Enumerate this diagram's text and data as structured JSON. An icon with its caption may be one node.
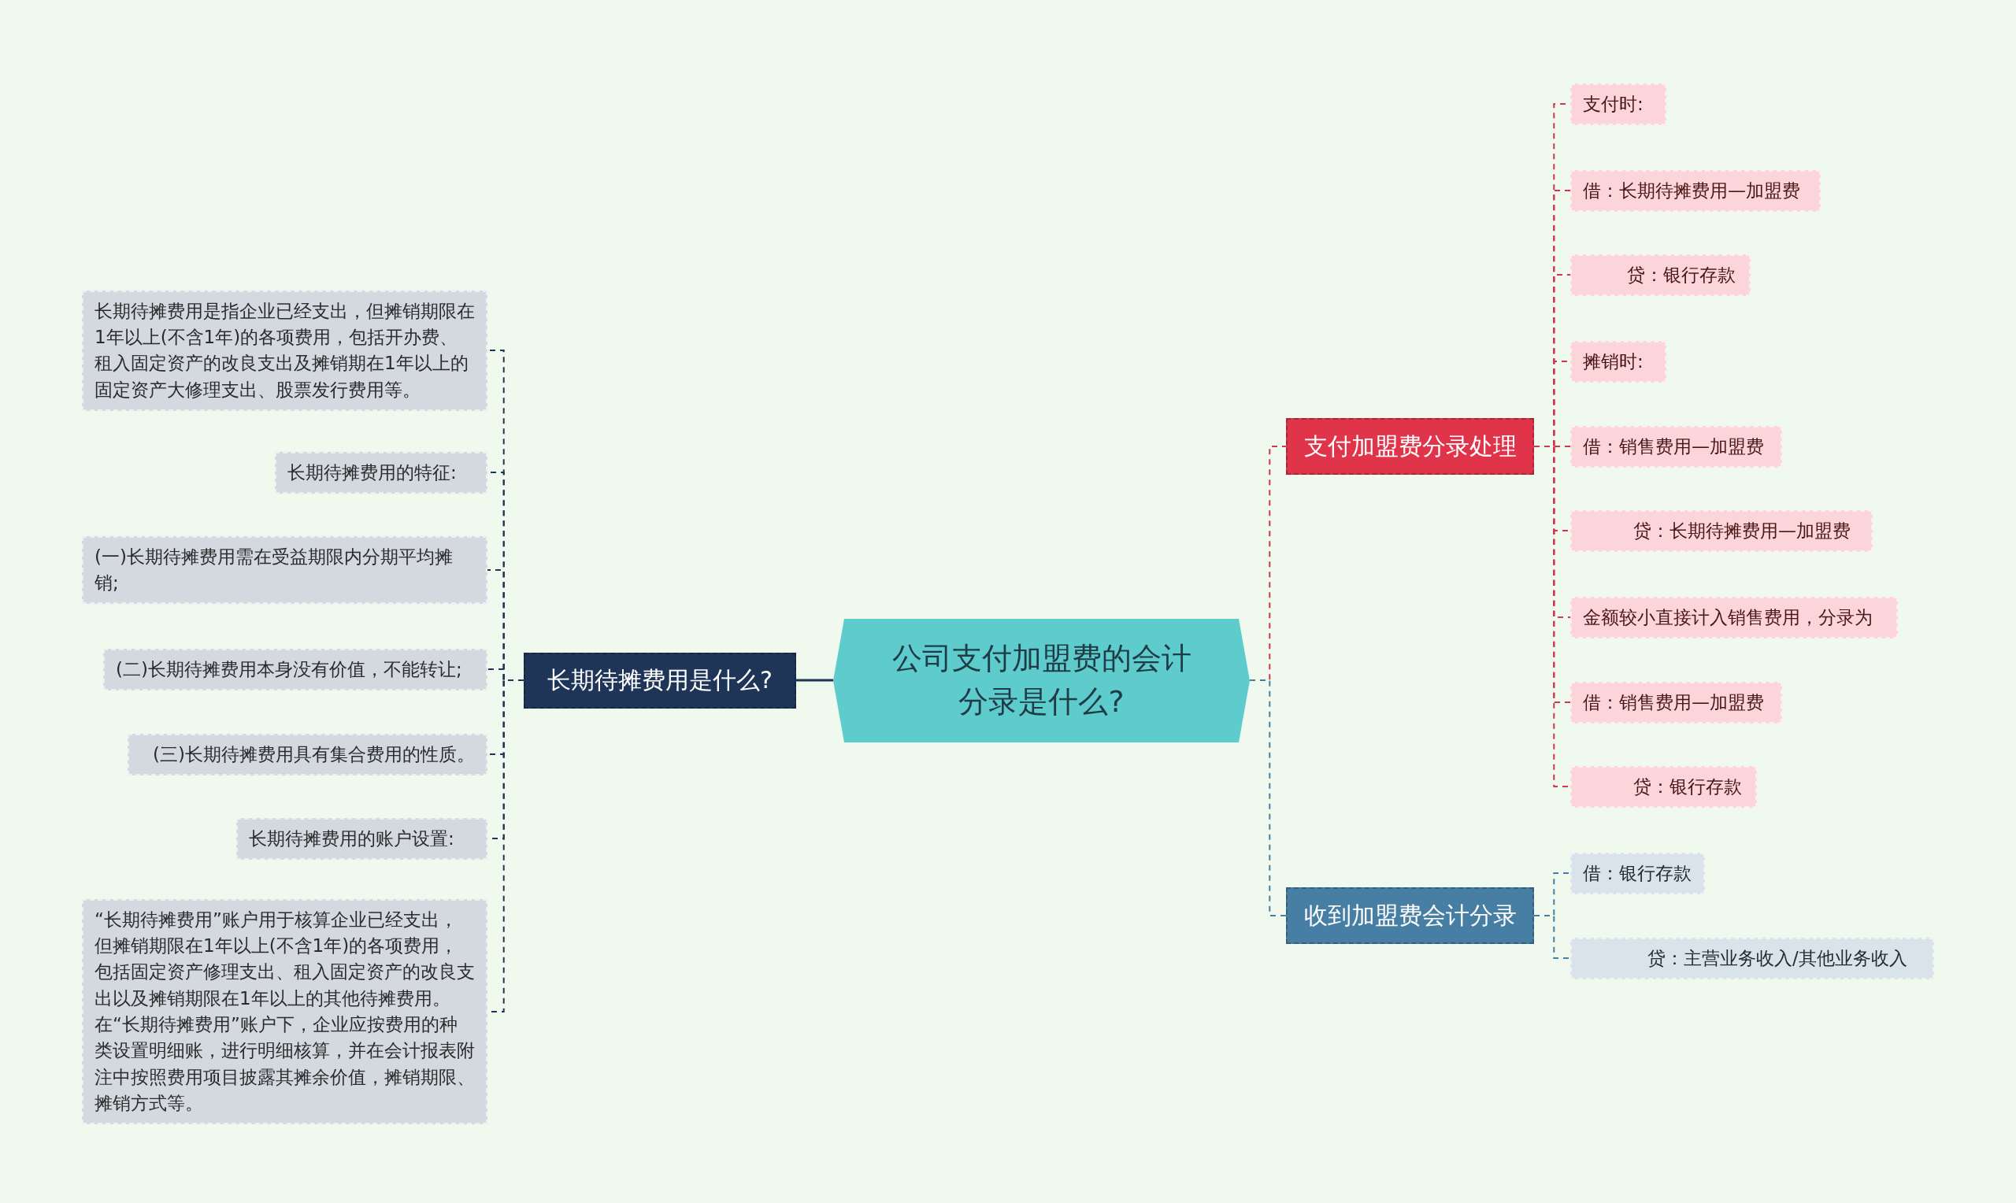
{
  "diagram": {
    "nodes": [
      {
        "text": [
          "公司支付加盟费的会计分录是什么?"
        ]
      },
      {
        "text": [
          "长期待摊费用是什么?"
        ]
      },
      {
        "text": [
          "长期待摊费用是指企业已经支出，但摊销期限在1年以上(不含1年)的各项费用，包括开办费、租入固定资产的改良支出及摊销期在1年以上的固定资产大修理支出、股票发行费用等。"
        ]
      },
      {
        "text": [
          "长期待摊费用的特征:"
        ]
      },
      {
        "text": [
          "(一)长期待摊费用需在受益期限内分期平均摊销;"
        ]
      },
      {
        "text": [
          "(二)长期待摊费用本身没有价值，不能转让;"
        ]
      },
      {
        "text": [
          "(三)长期待摊费用具有集合费用的性质。"
        ]
      },
      {
        "text": [
          "长期待摊费用的账户设置:"
        ]
      },
      {
        "text": [
          "“长期待摊费用”账户用于核算企业已经支出，但摊销期限在1年以上(不含1年)的各项费用，包括固定资产修理支出、租入固定资产的改良支出以及摊销期限在1年以上的其他待摊费用。在“长期待摊费用”账户下，企业应按费用的种类设置明细账，进行明细核算，并在会计报表附注中按照费用项目披露其摊余价值，摊销期限、摊销方式等。"
        ]
      },
      {
        "text": [
          "支付加盟费分录处理"
        ]
      },
      {
        "text": [
          "支付时:"
        ]
      },
      {
        "text": [
          "借：长期待摊费用—加盟费"
        ]
      },
      {
        "text": [
          "贷：银行存款"
        ]
      },
      {
        "text": [
          "摊销时:"
        ]
      },
      {
        "text": [
          "借：销售费用—加盟费"
        ]
      },
      {
        "text": [
          "贷：长期待摊费用—加盟费"
        ]
      },
      {
        "text": [
          "金额较小直接计入销售费用，分录为"
        ]
      },
      {
        "text": [
          "借：销售费用—加盟费"
        ]
      },
      {
        "text": [
          "贷：银行存款"
        ]
      },
      {
        "text": [
          "收到加盟费会计分录"
        ]
      },
      {
        "text": [
          "借：银行存款"
        ]
      },
      {
        "text": [
          "贷：主营业务收入/其他业务收入"
        ]
      }
    ],
    "edges": [
      {
        "from": 0,
        "to": 1,
        "arrow": "none",
        "color": "#1e3558"
      },
      {
        "from": 1,
        "to": 2,
        "arrow": "none",
        "style": "dashed",
        "color": "#1e3558"
      },
      {
        "from": 1,
        "to": 3,
        "arrow": "none",
        "style": "dashed",
        "color": "#1e3558"
      },
      {
        "from": 1,
        "to": 4,
        "arrow": "none",
        "style": "dashed",
        "color": "#1e3558"
      },
      {
        "from": 1,
        "to": 5,
        "arrow": "none",
        "style": "dashed",
        "color": "#1e3558"
      },
      {
        "from": 1,
        "to": 6,
        "arrow": "none",
        "style": "dashed",
        "color": "#1e3558"
      },
      {
        "from": 1,
        "to": 7,
        "arrow": "none",
        "style": "dashed",
        "color": "#1e3558"
      },
      {
        "from": 1,
        "to": 8,
        "arrow": "none",
        "style": "dashed",
        "color": "#1e3558"
      },
      {
        "from": 0,
        "to": 9,
        "arrow": "none",
        "style": "dashed"
      },
      {
        "from": 9,
        "to": 10,
        "arrow": "none",
        "style": "dashed"
      },
      {
        "from": 9,
        "to": 11,
        "arrow": "none",
        "style": "dashed"
      },
      {
        "from": 9,
        "to": 12,
        "arrow": "none",
        "style": "dashed"
      },
      {
        "from": 9,
        "to": 13,
        "arrow": "none",
        "style": "dashed"
      },
      {
        "from": 9,
        "to": 14,
        "arrow": "none",
        "style": "dashed"
      },
      {
        "from": 9,
        "to": 15,
        "arrow": "none",
        "style": "dashed"
      },
      {
        "from": 9,
        "to": 16,
        "arrow": "none",
        "style": "dashed"
      },
      {
        "from": 9,
        "to": 17,
        "arrow": "none",
        "style": "dashed"
      },
      {
        "from": 9,
        "to": 18,
        "arrow": "none",
        "style": "dashed"
      },
      {
        "from": 0,
        "to": 19,
        "arrow": "none",
        "style": "dashed",
        "color": "#477ea3"
      },
      {
        "from": 19,
        "to": 20,
        "arrow": "none",
        "style": "dashed",
        "color": "#477ea3"
      },
      {
        "from": 19,
        "to": 21,
        "arrow": "none",
        "style": "dashed",
        "color": "#477ea3"
      }
    ]
  }
}
